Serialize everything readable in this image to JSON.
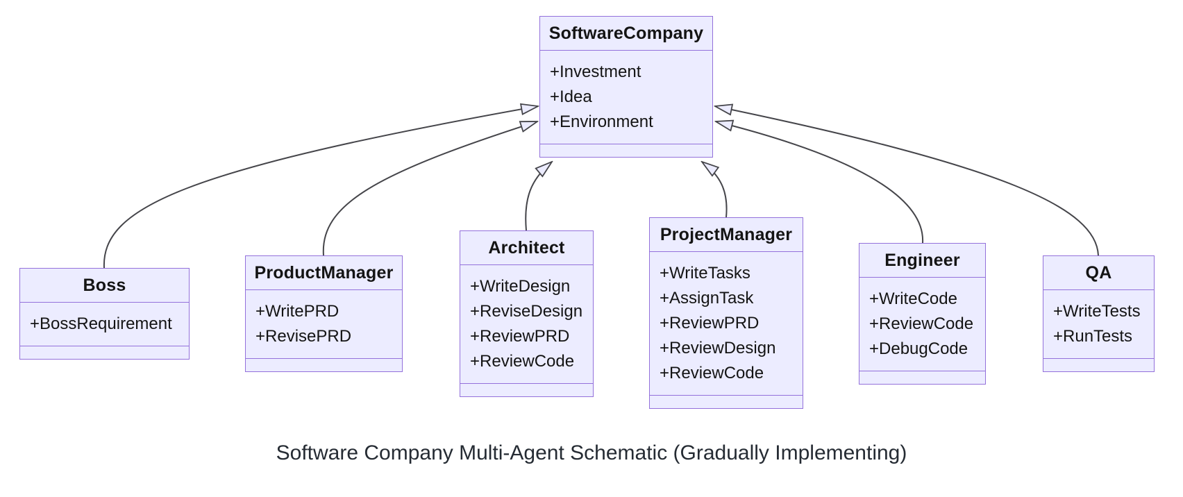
{
  "caption": "Software Company Multi-Agent Schematic (Gradually Implementing)",
  "diagram_type": "uml-class-diagram",
  "classes": [
    {
      "name": "SoftwareCompany",
      "title": "SoftwareCompany",
      "attributes": [
        "+Investment",
        "+Idea",
        "+Environment"
      ]
    },
    {
      "name": "Boss",
      "title": "Boss",
      "attributes": [
        "+BossRequirement"
      ]
    },
    {
      "name": "ProductManager",
      "title": "ProductManager",
      "attributes": [
        "+WritePRD",
        "+RevisePRD"
      ]
    },
    {
      "name": "Architect",
      "title": "Architect",
      "attributes": [
        "+WriteDesign",
        "+ReviseDesign",
        "+ReviewPRD",
        "+ReviewCode"
      ]
    },
    {
      "name": "ProjectManager",
      "title": "ProjectManager",
      "attributes": [
        "+WriteTasks",
        "+AssignTask",
        "+ReviewPRD",
        "+ReviewDesign",
        "+ReviewCode"
      ]
    },
    {
      "name": "Engineer",
      "title": "Engineer",
      "attributes": [
        "+WriteCode",
        "+ReviewCode",
        "+DebugCode"
      ]
    },
    {
      "name": "QA",
      "title": "QA",
      "attributes": [
        "+WriteTests",
        "+RunTests"
      ]
    }
  ],
  "relations": [
    {
      "from": "Boss",
      "to": "SoftwareCompany",
      "type": "inheritance"
    },
    {
      "from": "ProductManager",
      "to": "SoftwareCompany",
      "type": "inheritance"
    },
    {
      "from": "Architect",
      "to": "SoftwareCompany",
      "type": "inheritance"
    },
    {
      "from": "ProjectManager",
      "to": "SoftwareCompany",
      "type": "inheritance"
    },
    {
      "from": "Engineer",
      "to": "SoftwareCompany",
      "type": "inheritance"
    },
    {
      "from": "QA",
      "to": "SoftwareCompany",
      "type": "inheritance"
    }
  ],
  "colors": {
    "node_fill": "#ECECFF",
    "node_border": "#9370DB",
    "edge_stroke": "#45454a",
    "text": "#141414",
    "caption_text": "#252b33",
    "background": "#ffffff"
  }
}
